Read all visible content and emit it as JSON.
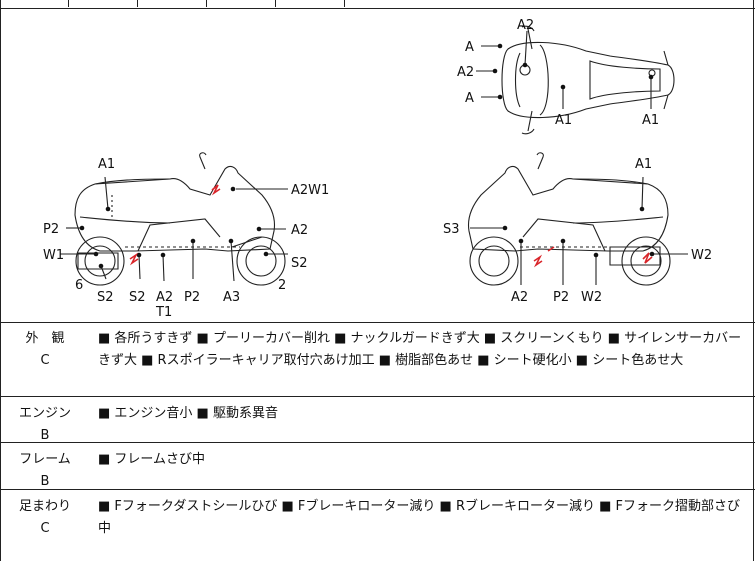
{
  "diagram": {
    "top_view_labels": [
      "A2",
      "A",
      "A2",
      "A",
      "A1",
      "A1"
    ],
    "left_view_labels": [
      "A1",
      "A2W1",
      "P2",
      "A2",
      "W1",
      "S2",
      "6",
      "S2",
      "S2",
      "A2",
      "T1",
      "P2",
      "A3",
      "2"
    ],
    "right_view_labels": [
      "A1",
      "S3",
      "W2",
      "A2",
      "P2",
      "W2"
    ],
    "mark_color": "#d9252a"
  },
  "sections": [
    {
      "category": "外　観",
      "rank": "C",
      "details": "■ 各所うすきず ■ プーリーカバー削れ ■ ナックルガードきず大 ■ スクリーンくもり ■ サイレンサーカバーきず大 ■ Rスポイラーキャリア取付穴あけ加工 ■ 樹脂部色あせ ■ シート硬化小 ■ シート色あせ大"
    },
    {
      "category": "エンジン",
      "rank": "B",
      "details": "■ エンジン音小 ■ 駆動系異音"
    },
    {
      "category": "フレーム",
      "rank": "B",
      "details": "■ フレームさび中"
    },
    {
      "category": "足まわり",
      "rank": "C",
      "details": "■ Fフォークダストシールひび ■ Fブレーキローター減り ■ Rブレーキローター減り ■ Fフォーク摺動部さび中"
    }
  ]
}
